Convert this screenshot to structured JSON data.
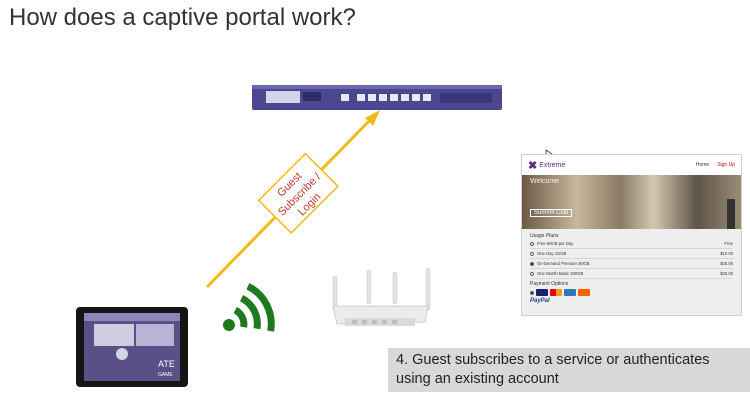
{
  "title": "How does a captive portal work?",
  "arrow_label": {
    "line1": "Guest",
    "line2": "Subscribe /",
    "line3": "Login"
  },
  "caption": "4. Guest subscribes to a service or authenticates using an existing account",
  "tablet": {
    "screen_text": "ATE",
    "screen_subtext": "GAME"
  },
  "portal": {
    "brand": "Extreme",
    "nav": {
      "home": "Home",
      "signup": "Sign Up"
    },
    "welcome": "Welcome",
    "hero_box": "Summit Club",
    "usage_plans_label": "Usage Plans",
    "plans": [
      {
        "name": "Free 60GB per Day",
        "price": "Free",
        "selected": false
      },
      {
        "name": "One Day 1GGB",
        "price": "$10.00",
        "selected": false
      },
      {
        "name": "On-Demand Premium 80GB",
        "price": "$25.00",
        "selected": true
      },
      {
        "name": "One Month Basic 300GB",
        "price": "$25.00",
        "selected": false
      }
    ],
    "payment_label": "Payment Options",
    "cards": [
      "VISA",
      "MC",
      "AMEX",
      "DISCOVER"
    ],
    "paypal": "PayPal"
  },
  "colors": {
    "arrow": "#f2b91a",
    "label_text": "#c0392b",
    "wifi": "#1e7a1e",
    "appliance": "#4b4790",
    "caption_bg": "#d8d8d8"
  },
  "icons": {
    "appliance": "network-appliance-icon",
    "wifi": "wifi-signal-icon",
    "access_point": "wireless-access-point-icon",
    "tablet": "tablet-icon",
    "cursor": "mouse-cursor-icon"
  }
}
